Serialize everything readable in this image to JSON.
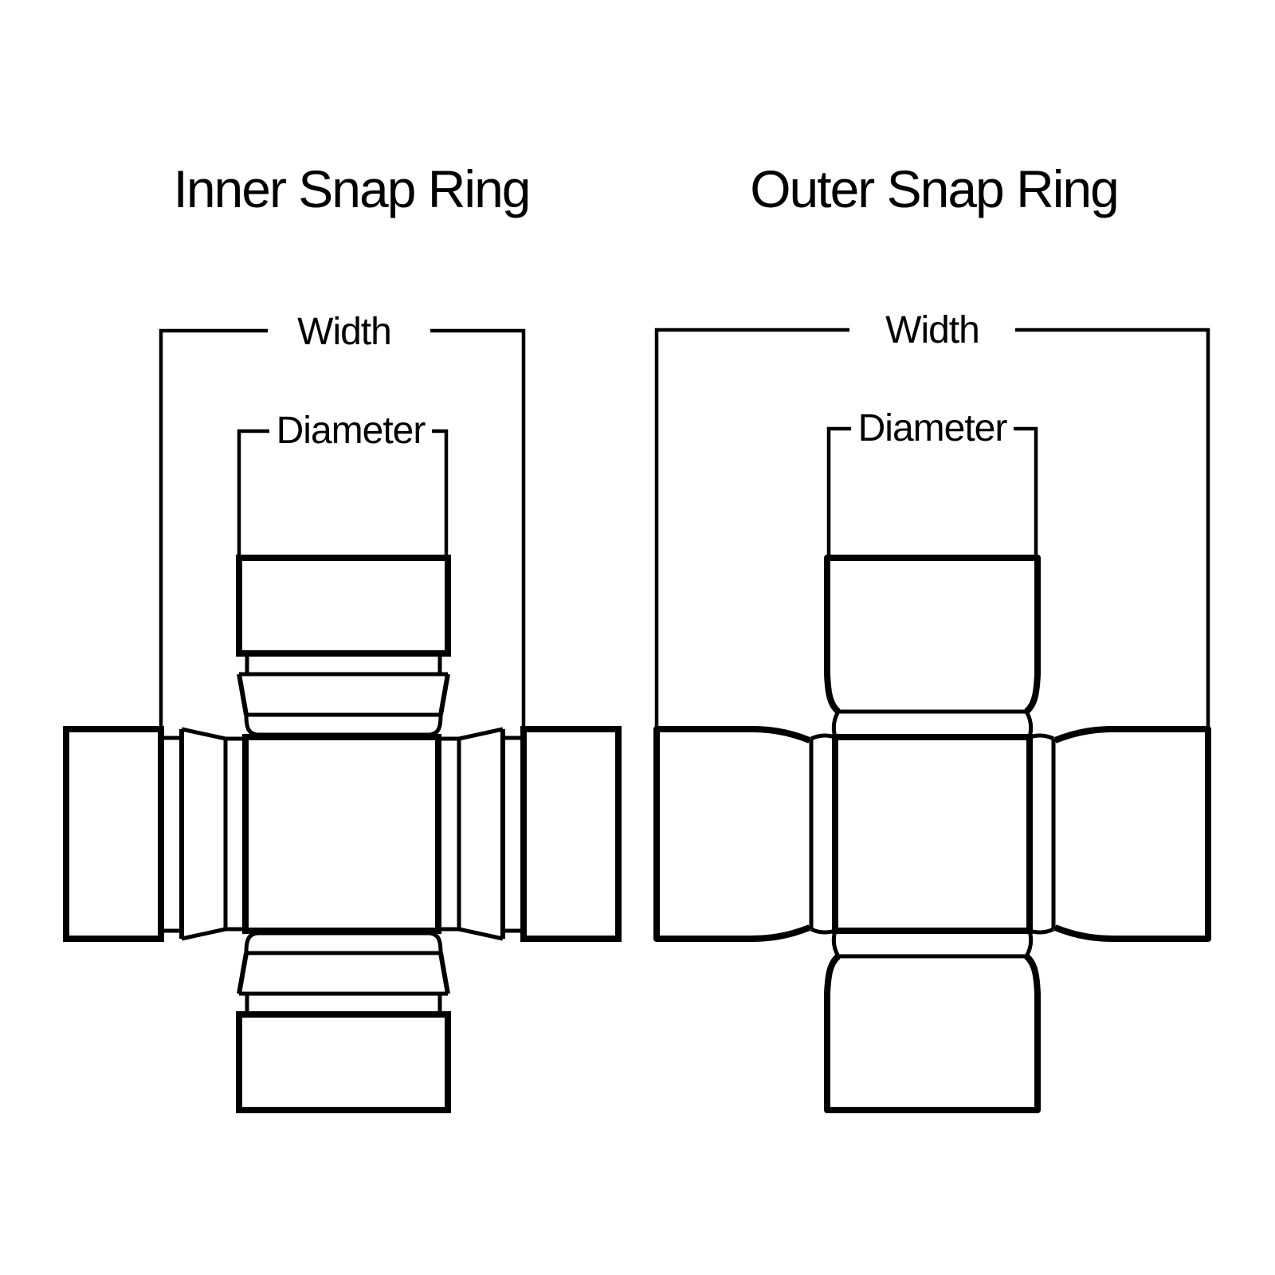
{
  "background_color": "#ffffff",
  "line_color": "#000000",
  "diagrams": [
    {
      "title": "Inner Snap Ring",
      "labels": {
        "width": "Width",
        "diameter": "Diameter"
      }
    },
    {
      "title": "Outer Snap Ring",
      "labels": {
        "width": "Width",
        "diameter": "Diameter"
      }
    }
  ]
}
